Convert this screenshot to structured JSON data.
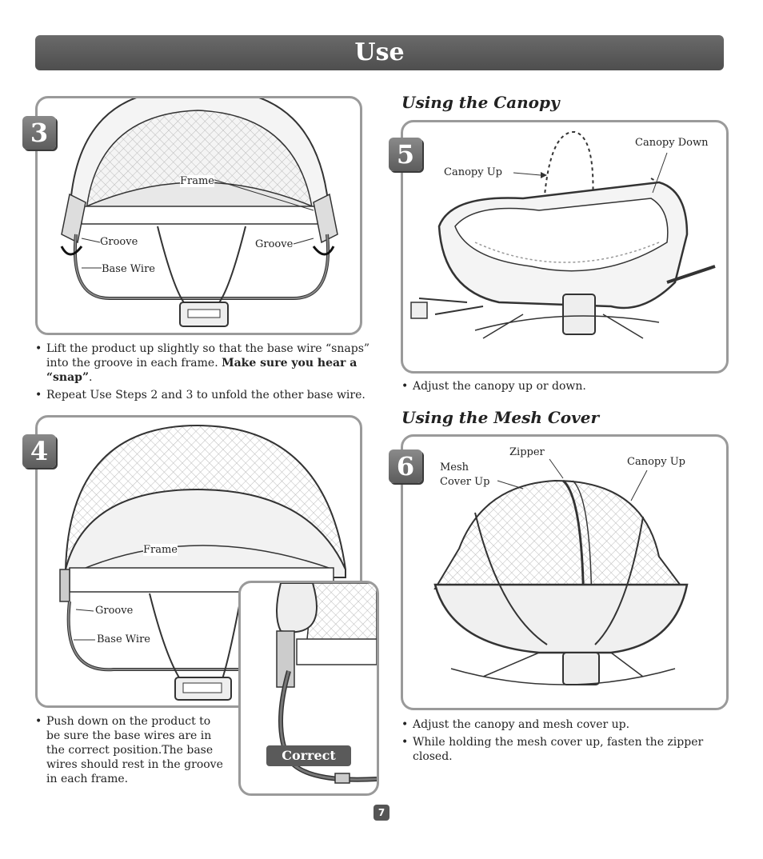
{
  "header": {
    "title": "Use"
  },
  "step3": {
    "number": "3",
    "labels": {
      "frame": "Frame",
      "groove_left": "Groove",
      "groove_right": "Groove",
      "base_wire": "Base Wire"
    },
    "bullet1_plain": "Lift the product up slightly so that the base wire “snaps” into the groove in each frame. ",
    "bullet1_bold": "Make sure you hear a “snap”",
    "bullet1_end": ".",
    "bullet2": "Repeat Use Steps 2 and 3 to unfold the other base wire."
  },
  "step4": {
    "number": "4",
    "labels": {
      "frame": "Frame",
      "groove": "Groove",
      "base_wire": "Base Wire"
    },
    "correct_label": "Correct",
    "bullet1": "Push down on the product to be sure the base wires are in the correct position.The base wires should rest in the groove in each frame."
  },
  "canopy_section": {
    "title": "Using the Canopy",
    "step_number": "5",
    "labels": {
      "canopy_up": "Canopy Up",
      "canopy_down": "Canopy Down"
    },
    "bullet1": "Adjust the canopy up or down."
  },
  "mesh_section": {
    "title": "Using the Mesh Cover",
    "step_number": "6",
    "labels": {
      "zipper": "Zipper",
      "mesh_line1": "Mesh",
      "mesh_line2": "Cover Up",
      "canopy_up": "Canopy Up"
    },
    "bullet1": "Adjust the canopy and mesh cover up.",
    "bullet2": "While holding the mesh cover up, fasten the zipper closed."
  },
  "page_number": "7"
}
